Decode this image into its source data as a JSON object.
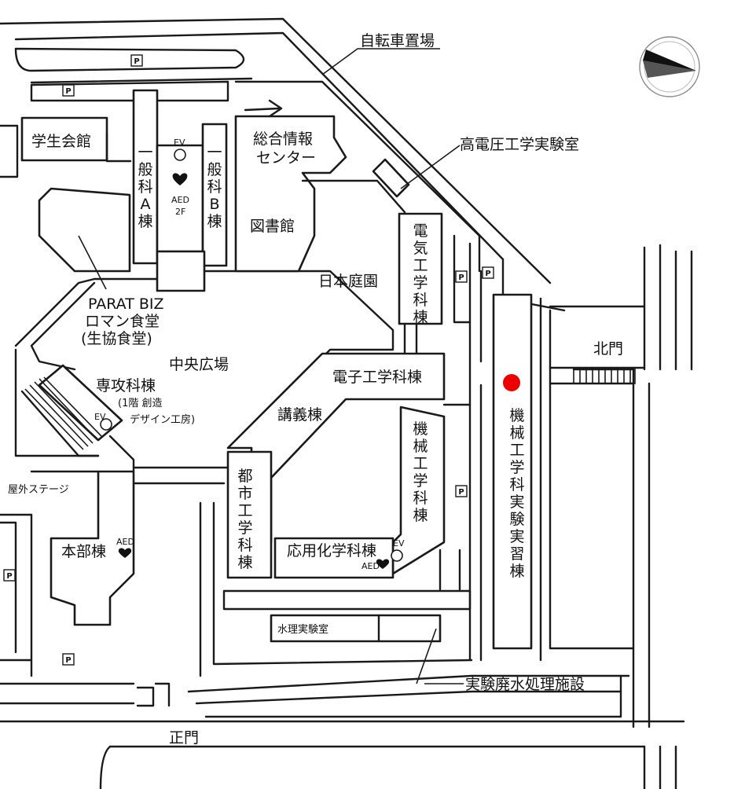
{
  "labels": {
    "bicycle_parking": "自転車置場",
    "high_voltage_lab": "高電圧工学実験室",
    "student_hall": "学生会館",
    "general_a_1": "一",
    "general_a_2": "般",
    "general_a_3": "科",
    "general_a_4": "A",
    "general_a_5": "棟",
    "general_b_1": "一",
    "general_b_2": "般",
    "general_b_3": "科",
    "general_b_4": "B",
    "general_b_5": "棟",
    "ev_top": "EV",
    "aed_2f_1": "AED",
    "aed_2f_2": "2F",
    "info_center_1": "総合情報",
    "info_center_2": "センター",
    "library": "図書館",
    "japanese_garden": "日本庭園",
    "electrical_1": "電",
    "electrical_2": "気",
    "electrical_3": "工",
    "electrical_4": "学",
    "electrical_5": "科",
    "electrical_6": "棟",
    "parat_biz": "PARAT BIZ",
    "romance_cafeteria": "ロマン食堂",
    "coop_cafeteria": "(生協食堂)",
    "central_plaza": "中央広場",
    "north_gate": "北門",
    "electronics": "電子工学科棟",
    "senko_1": "専攻科棟",
    "senko_2": "(1階 創造",
    "senko_3": "デザイン工房)",
    "ev_senko": "EV",
    "lecture": "講義棟",
    "mechanical_1": "機",
    "mechanical_2": "械",
    "mechanical_3": "工",
    "mechanical_4": "学",
    "mechanical_5": "科",
    "mechanical_6": "棟",
    "mech_lab_1": "機",
    "mech_lab_2": "械",
    "mech_lab_3": "工",
    "mech_lab_4": "学",
    "mech_lab_5": "科",
    "mech_lab_6": "実",
    "mech_lab_7": "験",
    "mech_lab_8": "実",
    "mech_lab_9": "習",
    "mech_lab_10": "棟",
    "outdoor_stage": "屋外ステージ",
    "urban_1": "都",
    "urban_2": "市",
    "urban_3": "工",
    "urban_4": "学",
    "urban_5": "科",
    "urban_6": "棟",
    "main_building": "本部棟",
    "aed_main": "AED",
    "applied_chem": "応用化学科棟",
    "ev_chem": "EV",
    "aed_chem": "AED",
    "hydraulics_lab": "水理実験室",
    "wastewater": "実験廃水処理施設",
    "main_gate": "正門"
  },
  "parking_symbol": "P",
  "colors": {
    "line": "#1a1a1a",
    "highlight_marker": "#ee0000",
    "compass_fill": "#111111"
  },
  "icons": {
    "compass": "north-arrow-icon",
    "aed": "heart-icon",
    "elevator": "circle-icon",
    "direction": "arrow-right-icon",
    "parking": "parking-sign-icon",
    "location": "red-dot-marker-icon"
  }
}
